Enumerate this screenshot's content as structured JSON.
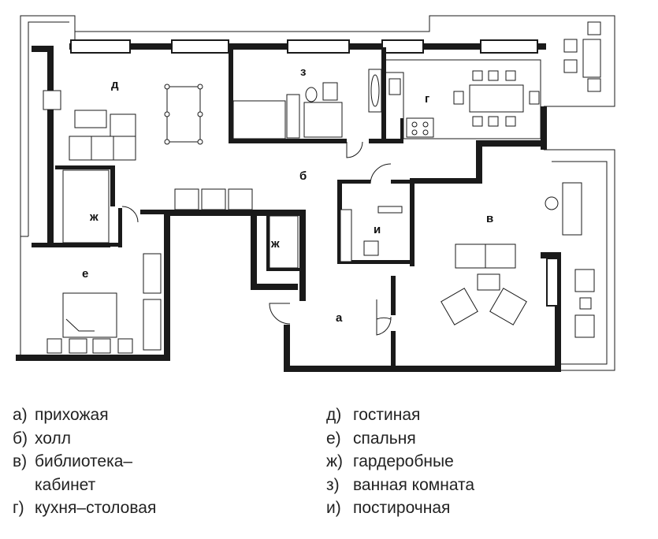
{
  "plan_labels": {
    "a": "а",
    "b": "б",
    "v": "в",
    "g": "г",
    "d": "д",
    "e": "е",
    "zh1": "ж",
    "zh2": "ж",
    "z": "з",
    "i": "и"
  },
  "legend": {
    "left": [
      {
        "key": "а)",
        "text": "прихожая"
      },
      {
        "key": "б)",
        "text": "холл"
      },
      {
        "key": "в)",
        "text": "библиотека–"
      },
      {
        "key": "",
        "text": "кабинет"
      },
      {
        "key": "г)",
        "text": "кухня–столовая"
      }
    ],
    "right": [
      {
        "key": "д)",
        "text": "гостиная"
      },
      {
        "key": "е)",
        "text": "спальня"
      },
      {
        "key": "ж)",
        "text": "гардеробные"
      },
      {
        "key": "з)",
        "text": "ванная комната"
      },
      {
        "key": "и)",
        "text": "постирочная"
      }
    ]
  },
  "colors": {
    "wall": "#1a1a1a",
    "window_fill": "#ffffff",
    "background": "#ffffff"
  }
}
